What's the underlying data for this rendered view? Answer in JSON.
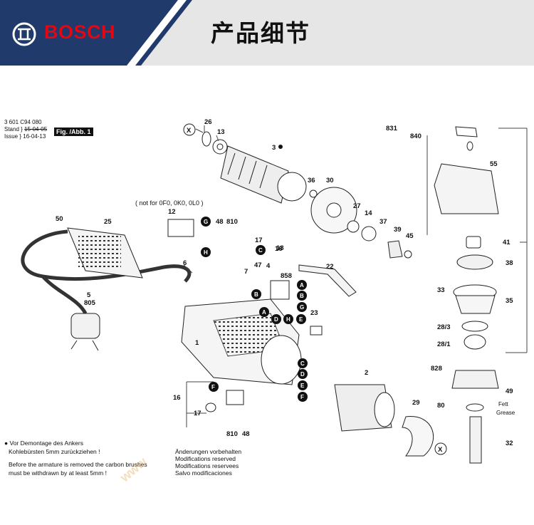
{
  "header": {
    "brand": "BOSCH",
    "title": "产品细节",
    "brand_color": "#e30613",
    "band_color": "#1f3a6b"
  },
  "doc": {
    "number": "3 601 C94 080",
    "stand_label": "Stand",
    "issue_label": "Issue",
    "date_old": "15-04-05",
    "date_new": "16-04-13",
    "fig": "Fig. /Abb. 1"
  },
  "notes": {
    "not_for": "( not for 0F0, 0K0, 0L0 )",
    "warning_de_1": "● Vor Demontage des Ankers",
    "warning_de_2": "Kohlebürsten 5mm zurückziehen !",
    "warning_en_1": "Before the armature is removed the carbon brushes",
    "warning_en_2": "must be withdrawn by at least 5mm !",
    "mod_1": "Änderungen vorbehalten",
    "mod_2": "Modifications reserved",
    "mod_3": "Modifications reservees",
    "mod_4": "Salvo modificaciones",
    "grease_1": "Fett",
    "grease_2": "Grease"
  },
  "parts": {
    "p26": "26",
    "p13": "13",
    "p3": "3",
    "p36": "36",
    "p30": "30",
    "p27": "27",
    "p14": "14",
    "p37": "37",
    "p39": "39",
    "p45": "45",
    "p12": "12",
    "p48": "48",
    "p810": "810",
    "p17": "17",
    "p16": "16",
    "p18": "18",
    "p50": "50",
    "p25": "25",
    "p6": "6",
    "p7": "7",
    "p47": "47",
    "p4": "4",
    "p858": "858",
    "p22": "22",
    "p5": "5",
    "p805": "805",
    "p1": "1",
    "p23": "23",
    "p2": "2",
    "p29": "29",
    "p831": "831",
    "p840": "840",
    "p55": "55",
    "p41": "41",
    "p38": "38",
    "p33": "33",
    "p35": "35",
    "p28_3": "28/3",
    "p28_1": "28/1",
    "p828": "828",
    "p49": "49",
    "p80": "80",
    "p32": "32",
    "x": "X"
  },
  "letters": {
    "a": "A",
    "b": "B",
    "c": "C",
    "d": "D",
    "e": "E",
    "f": "F",
    "g": "G",
    "h": "H"
  },
  "watermark": "www"
}
